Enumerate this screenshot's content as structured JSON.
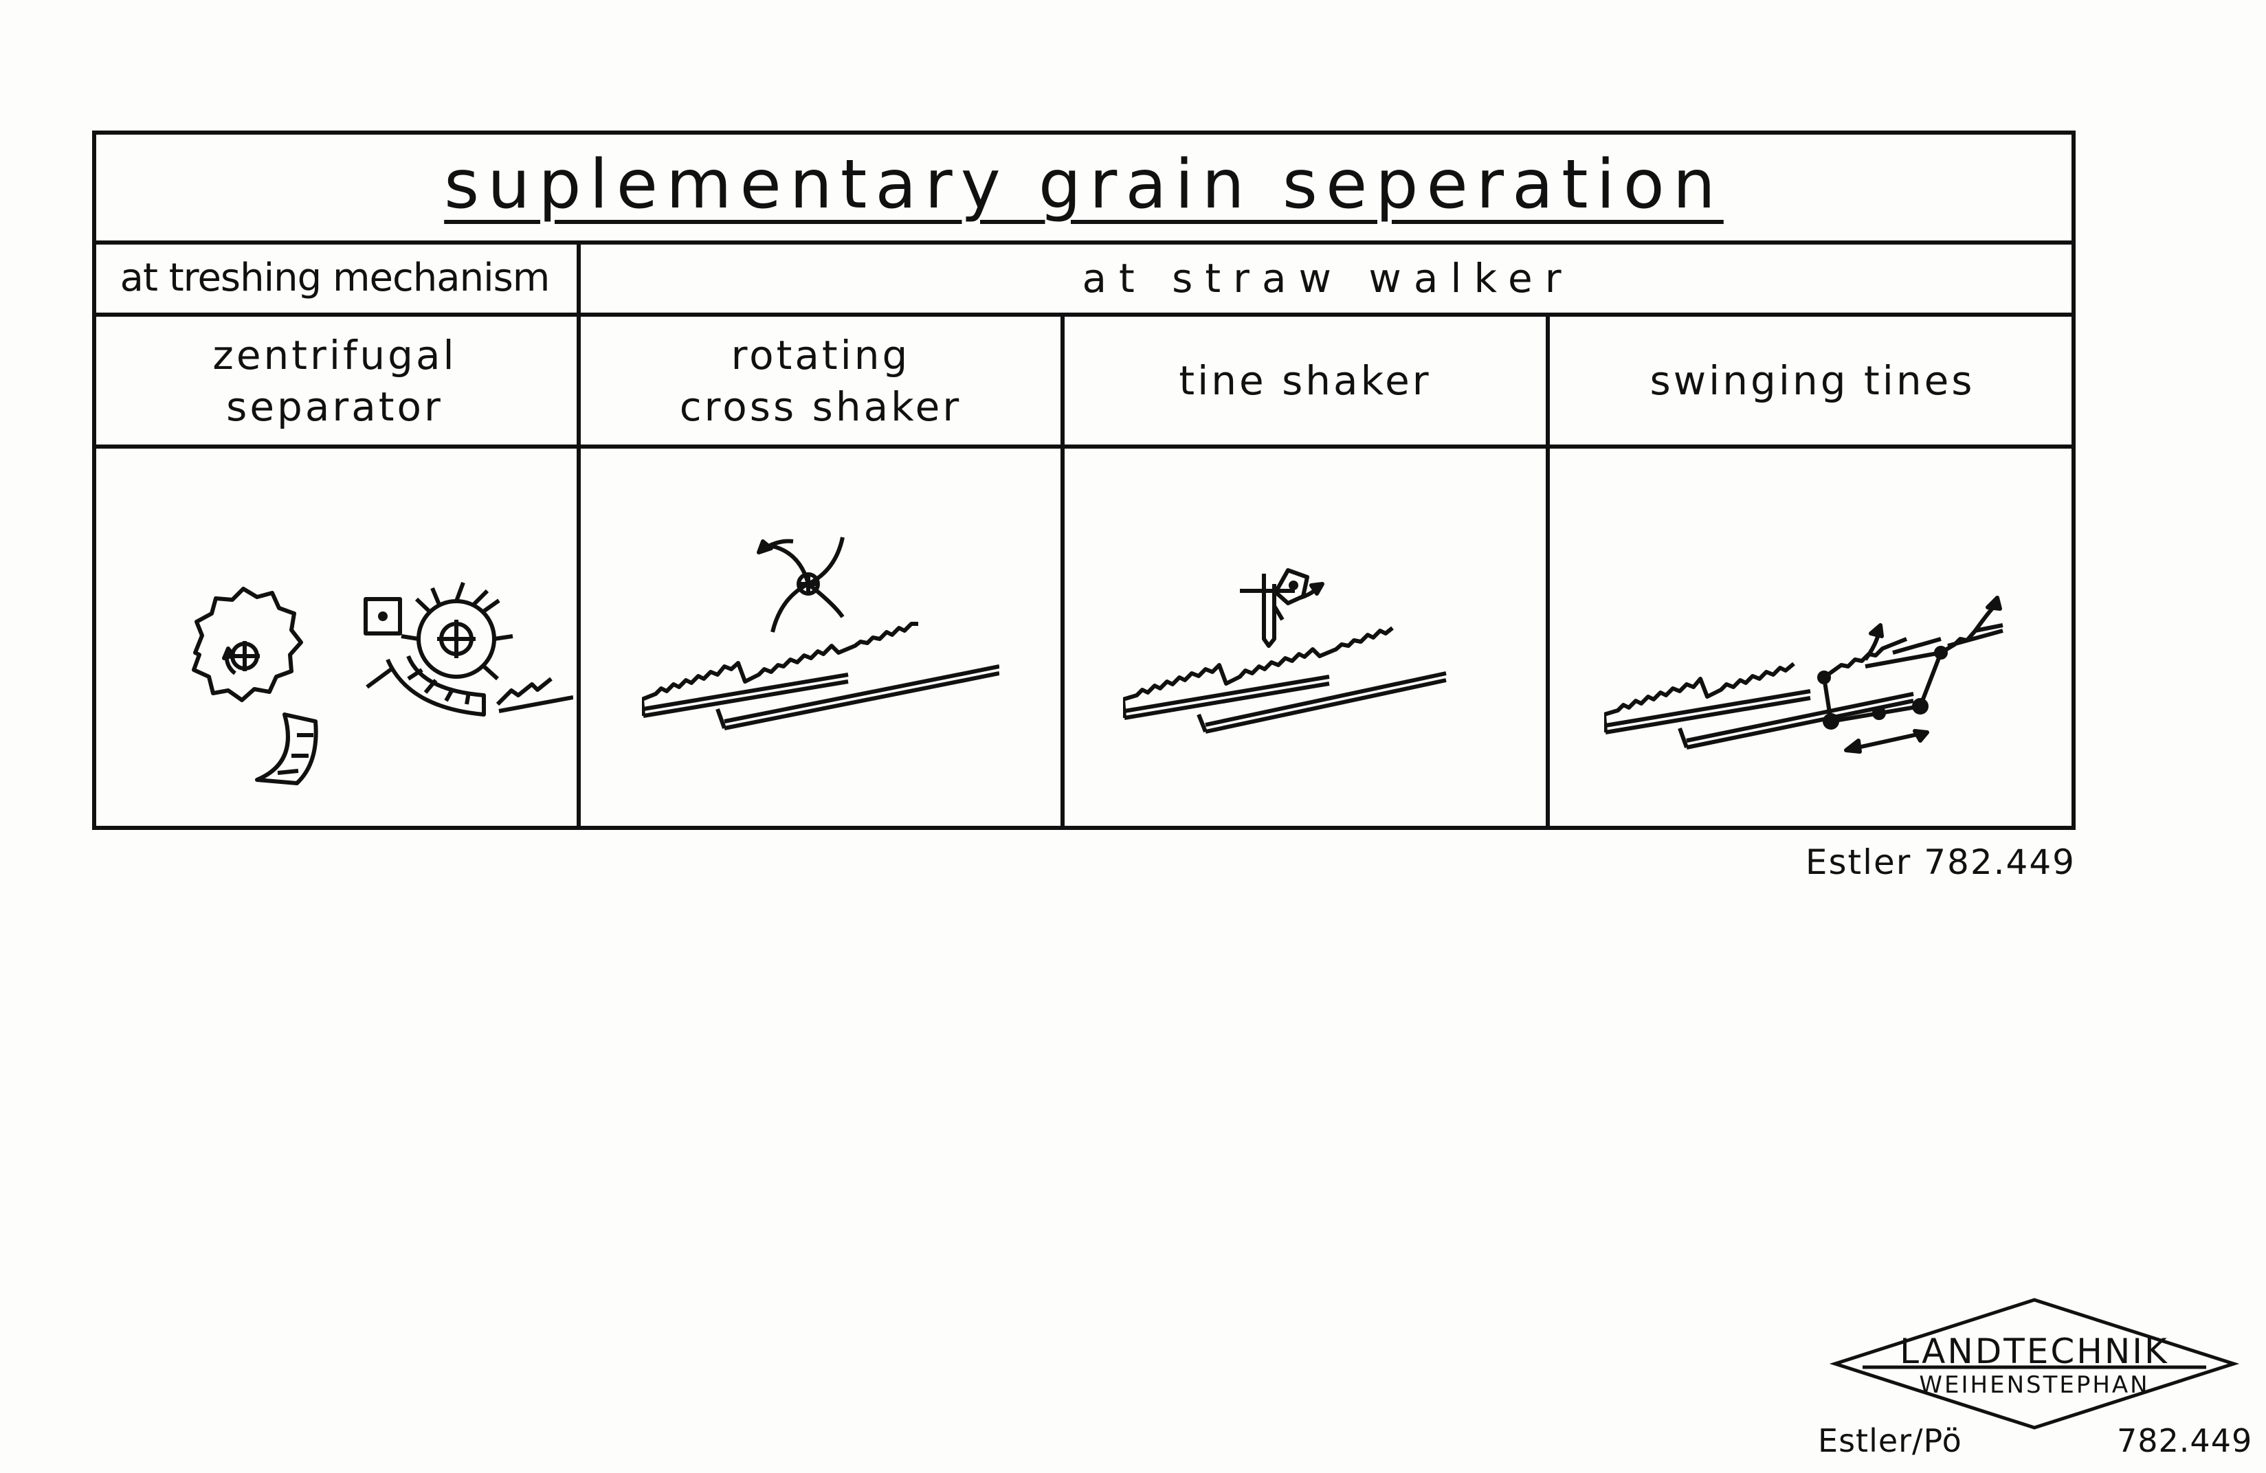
{
  "table": {
    "title": "suplementary  grain  seperation",
    "groups": {
      "threshing": "at treshing mechanism",
      "straw_walker": "at straw walker"
    },
    "columns": [
      {
        "label": "zentrifugal\nseparator",
        "icon": "centrifugal-separator-diagram"
      },
      {
        "label": "rotating\ncross shaker",
        "icon": "rotating-cross-shaker-diagram"
      },
      {
        "label": "tine shaker",
        "icon": "tine-shaker-diagram"
      },
      {
        "label": "swinging tines",
        "icon": "swinging-tines-diagram"
      }
    ]
  },
  "reference_top": "Estler  782.449",
  "stamp": {
    "line1": "LANDTECHNIK",
    "line2": "WEIHENSTEPHAN"
  },
  "author": "Estler/Pö",
  "reference_bottom": "782.449",
  "colors": {
    "ink": "#111111",
    "paper": "#fdfdfb"
  }
}
